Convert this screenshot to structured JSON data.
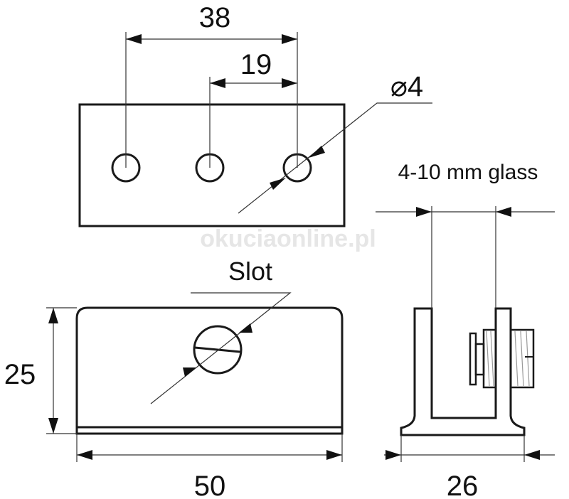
{
  "watermark": "okuciaonline.pl",
  "top_view": {
    "dim_outer": "38",
    "dim_inner": "19",
    "hole_diameter": "⌀4"
  },
  "front_view": {
    "slot_label": "Slot",
    "height": "25",
    "width": "50"
  },
  "side_view": {
    "glass_label": "4-10 mm glass",
    "depth": "26"
  }
}
